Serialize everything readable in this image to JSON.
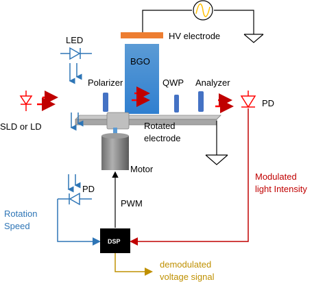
{
  "labels": {
    "hv_electrode": "HV electrode",
    "led": "LED",
    "bgo": "BGO",
    "polarizer": "Polarizer",
    "qwp": "QWP",
    "analyzer": "Analyzer",
    "pd_top": "PD",
    "source": "SLD or LD",
    "rotated_line1": "Rotated",
    "rotated_line2": "electrode",
    "motor": "Motor",
    "pd_bottom": "PD",
    "pwm": "PWM",
    "rotation_line1": "Rotation",
    "rotation_line2": "Speed",
    "dsp": "DSP",
    "modulated_line1": "Modulated",
    "modulated_line2": "light Intensity",
    "demod_line1": "demodulated",
    "demod_line2": "voltage signal"
  },
  "colors": {
    "signal_blue": "#2e75b6",
    "signal_red": "#c00000",
    "laser_red": "#ff0000",
    "output_gold": "#bf9000",
    "electrode_orange": "#ed7d31",
    "optic_blue": "#4472c4",
    "source_green": "#70ad47"
  },
  "icons": [
    "ac-source-icon",
    "ground-icon",
    "diode-icon",
    "photodiode-icon"
  ]
}
